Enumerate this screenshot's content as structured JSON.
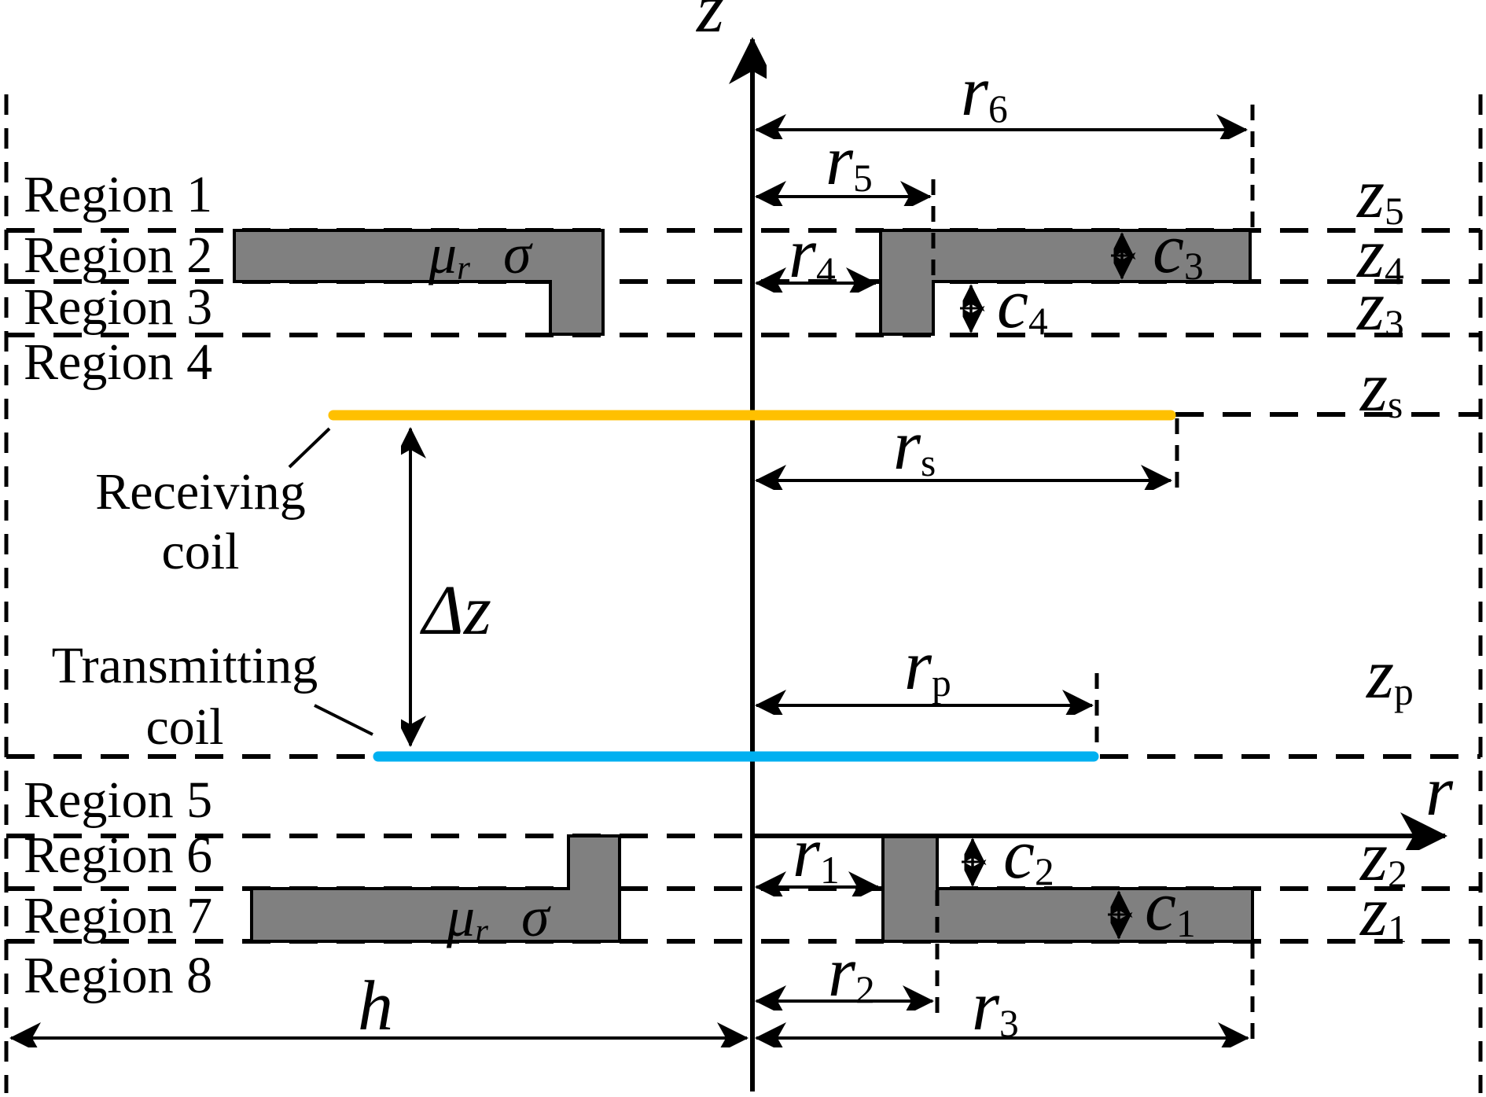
{
  "axes": {
    "z": "z",
    "r": "r"
  },
  "regions": [
    "Region 1",
    "Region 2",
    "Region 3",
    "Region 4",
    "Region 5",
    "Region 6",
    "Region 7",
    "Region 8"
  ],
  "coil_labels": {
    "receiving": {
      "line1": "Receiving",
      "line2": "coil"
    },
    "transmitting": {
      "line1": "Transmitting",
      "line2": "coil"
    }
  },
  "materials": {
    "upper_core": {
      "mu": "μ",
      "mu_sub": "r",
      "sigma": "σ"
    },
    "lower_core": {
      "mu": "μ",
      "mu_sub": "r",
      "sigma": "σ"
    }
  },
  "dimensions": {
    "r6": {
      "base": "r",
      "sub": "6"
    },
    "r5": {
      "base": "r",
      "sub": "5"
    },
    "r4": {
      "base": "r",
      "sub": "4"
    },
    "rs": {
      "base": "r",
      "sub": "s"
    },
    "rp": {
      "base": "r",
      "sub": "p"
    },
    "r1": {
      "base": "r",
      "sub": "1"
    },
    "r2": {
      "base": "r",
      "sub": "2"
    },
    "r3": {
      "base": "r",
      "sub": "3"
    },
    "c3": {
      "base": "c",
      "sub": "3"
    },
    "c4": {
      "base": "c",
      "sub": "4"
    },
    "c2": {
      "base": "c",
      "sub": "2"
    },
    "c1": {
      "base": "c",
      "sub": "1"
    },
    "h": {
      "base": "h"
    },
    "delta_z": {
      "base": "Δz"
    }
  },
  "z_boundaries": {
    "z5": {
      "base": "z",
      "sub": "5"
    },
    "z4": {
      "base": "z",
      "sub": "4"
    },
    "z3": {
      "base": "z",
      "sub": "3"
    },
    "zs": {
      "base": "z",
      "sub": "s"
    },
    "zp": {
      "base": "z",
      "sub": "p"
    },
    "z2": {
      "base": "z",
      "sub": "2"
    },
    "z1": {
      "base": "z",
      "sub": "1"
    }
  },
  "colors": {
    "core_fill": "#808080",
    "receiving_coil": "#FFC000",
    "transmitting_coil": "#00B0F0",
    "ink": "#000000"
  }
}
